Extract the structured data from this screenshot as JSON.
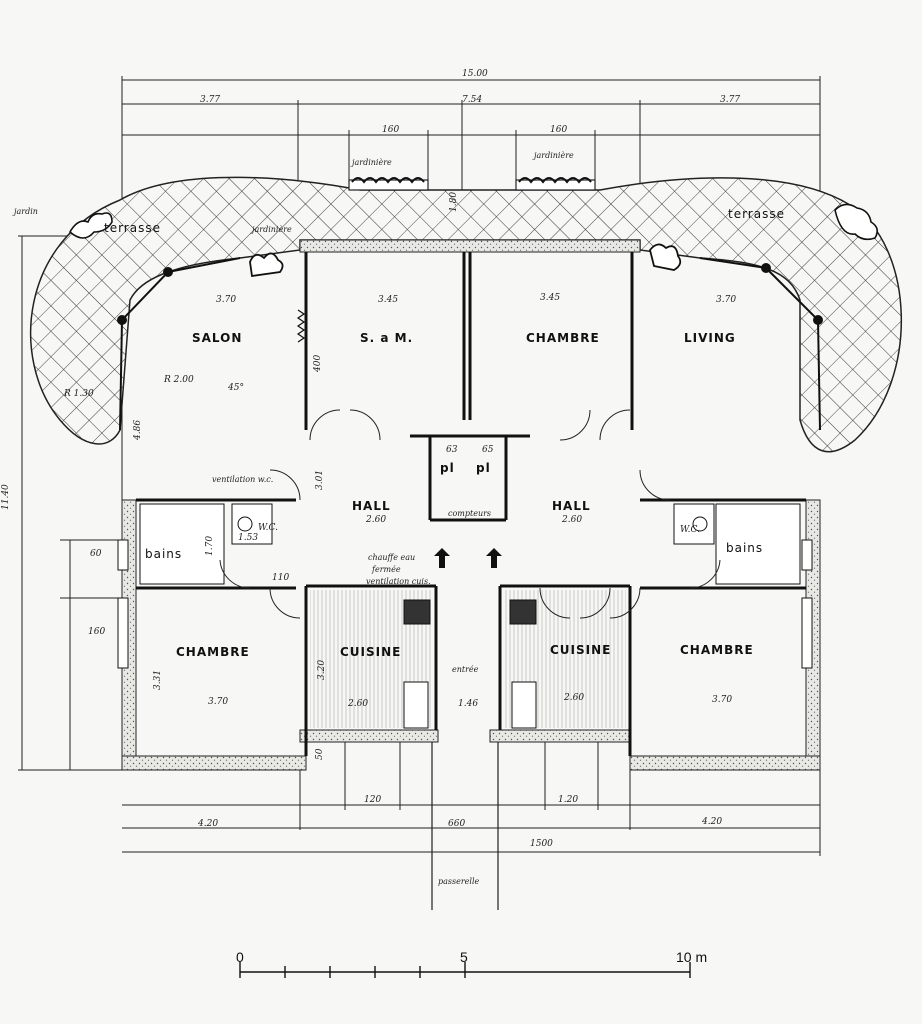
{
  "dimensions": {
    "total_top": "15.00",
    "left_top": "3.77",
    "mid_top": "7.54",
    "right_top": "3.77",
    "jardiniere_w_left": "160",
    "jardiniere_w_right": "160",
    "side_height": "11.40",
    "side_60": "60",
    "side_160": "160",
    "salon_w": "3.70",
    "sam_w": "3.45",
    "chambre_top_w": "3.45",
    "living_w": "3.70",
    "salon_h": "4.86",
    "sam_h": "400",
    "hall_h": "3.01",
    "hall_left_w": "2.60",
    "hall_right_w": "2.60",
    "cuisine_h": "3.20",
    "cuisine_left_w": "2.60",
    "cuisine_right_w": "2.60",
    "chambre_bl_w": "3.70",
    "chambre_br_w": "3.70",
    "chambre_bl_h": "3.31",
    "entree_w": "1.46",
    "bottom_120_left": "120",
    "bottom_120_right": "1.20",
    "bottom_420_left": "4.20",
    "bottom_420_right": "4.20",
    "bottom_660": "660",
    "bottom_1500": "1500",
    "r_130": "R 1.30",
    "r_200": "R 2.00",
    "angle_45": "45°",
    "dim_110": "110",
    "dim_170": "1.70",
    "dim_153": "1.53",
    "dim_50": "50",
    "dim_63": "63",
    "dim_65": "65",
    "dim_180": "1.80"
  },
  "rooms": {
    "salon": "SALON",
    "sam": "S. a M.",
    "chambre_top": "CHAMBRE",
    "living": "LIVING",
    "hall_left": "HALL",
    "hall_right": "HALL",
    "chambre_bl": "CHAMBRE",
    "chambre_br": "CHAMBRE",
    "cuisine_left": "CUISINE",
    "cuisine_right": "CUISINE",
    "wc_left": "W.C.",
    "wc_right": "W.C.",
    "bains_left": "bains",
    "bains_right": "bains",
    "pl_left": "pl",
    "pl_right": "pl"
  },
  "annotations": {
    "terrasse_left": "terrasse",
    "terrasse_right": "terrasse",
    "jardiniere_left": "jardinière",
    "jardiniere_right": "jardinière",
    "jardiniere_corner": "jardinière",
    "jardin_edge": "jardin",
    "ventilation_wc": "ventilation w.c.",
    "compteurs": "compteurs",
    "chauffe_eau": "chauffe eau",
    "fermee": "fermée",
    "ventilation_cuis": "ventilation cuis.",
    "entree": "entrée",
    "passerelle": "passerelle"
  },
  "scale_bar": {
    "label_0": "0",
    "label_5": "5",
    "label_10": "10 m"
  }
}
